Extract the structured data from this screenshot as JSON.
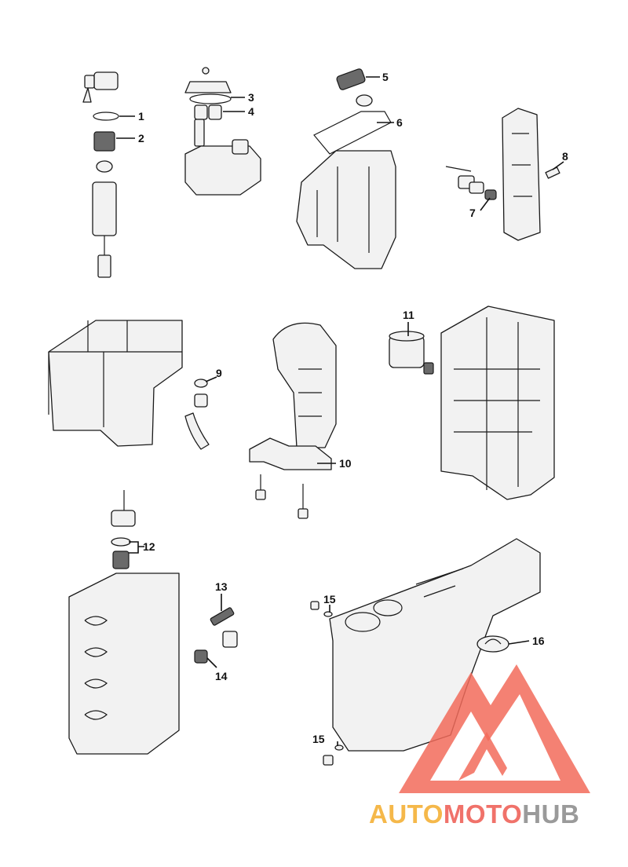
{
  "callouts": {
    "c1": "1",
    "c2": "2",
    "c3": "3",
    "c4": "4",
    "c5": "5",
    "c6": "6",
    "c7": "7",
    "c8": "8",
    "c9": "9",
    "c10": "10",
    "c11": "11",
    "c12": "12",
    "c13": "13",
    "c14": "14",
    "c15a": "15",
    "c15b": "15",
    "c16": "16"
  },
  "watermark": {
    "part1": "AUTO",
    "part2": "MOTO",
    "part3": "HUB"
  },
  "colors": {
    "watermark_red": "#f26b5b",
    "watermark_orange": "#f5b84a",
    "watermark_gray": "#9a9a9a"
  }
}
